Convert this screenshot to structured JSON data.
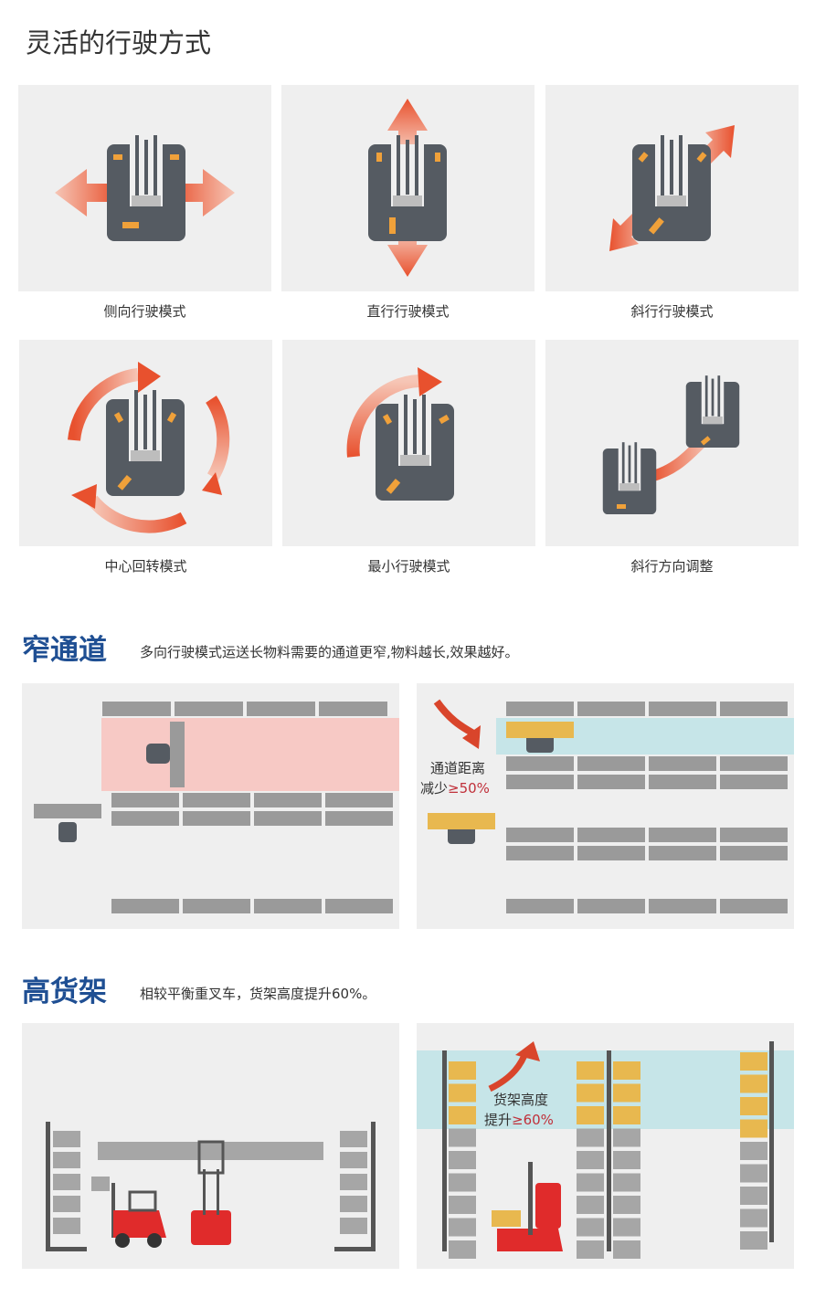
{
  "header": {
    "title": "灵活的行驶方式"
  },
  "modes": [
    {
      "label": "侧向行驶模式",
      "icon": "side-drive-icon"
    },
    {
      "label": "直行行驶模式",
      "icon": "straight-drive-icon"
    },
    {
      "label": "斜行行驶模式",
      "icon": "diagonal-drive-icon"
    },
    {
      "label": "中心回转模式",
      "icon": "center-rotate-icon"
    },
    {
      "label": "最小行驶模式",
      "icon": "minimum-drive-icon"
    },
    {
      "label": "斜行方向调整",
      "icon": "diagonal-adjust-icon"
    }
  ],
  "narrow_aisle": {
    "title": "窄通道",
    "subtitle": "多向行驶模式运送长物料需要的通道更窄,物料越长,效果越好。",
    "callout_line1": "通道距离",
    "callout_prefix": "减少",
    "callout_value": "≥50%"
  },
  "high_rack": {
    "title": "高货架",
    "subtitle": "相较平衡重叉车，货架高度提升60%。",
    "callout_line1": "货架高度",
    "callout_prefix": "提升",
    "callout_value": "≥60%"
  },
  "colors": {
    "accent": "#e8512e",
    "vehicle": "#555b62",
    "pink": "#f7c9c5",
    "cyan": "#c6e5e8",
    "yellow": "#e8b84f",
    "brand_blue": "#1f4f93"
  }
}
